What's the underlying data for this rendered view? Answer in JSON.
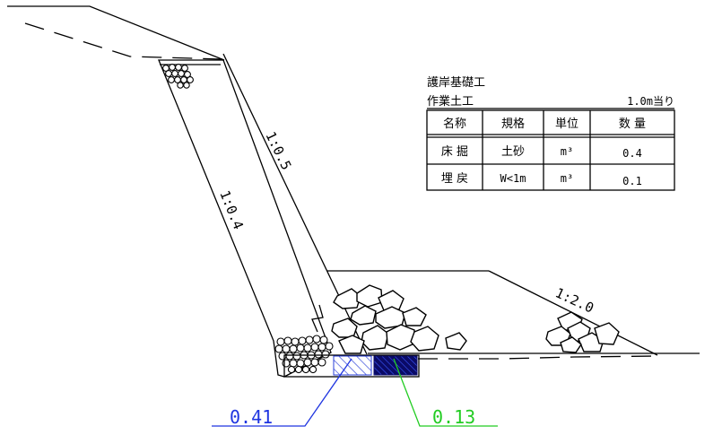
{
  "slope_labels": {
    "upper": "1:0.5",
    "lower": "1:0.4",
    "embankment": "1:2.0"
  },
  "table": {
    "title": "護岸基礎工",
    "subtitle": "作業土工",
    "unit_note": "1.0m当り",
    "headers": [
      "名称",
      "規格",
      "単位",
      "数 量"
    ],
    "rows": [
      {
        "name": "床 掘",
        "spec": "土砂",
        "unit": "m³",
        "qty": "0.4"
      },
      {
        "name": "埋 戻",
        "spec": "W<1m",
        "unit": "m³",
        "qty": "0.1"
      }
    ]
  },
  "callouts": {
    "excavation": {
      "value": "0.41",
      "color": "#1f35e0"
    },
    "backfill": {
      "value": "0.13",
      "color": "#22cc22"
    }
  },
  "colors": {
    "line": "#000000",
    "excavation_hatch": "#2a3fd8",
    "backfill_fill": "#0a0a66"
  }
}
